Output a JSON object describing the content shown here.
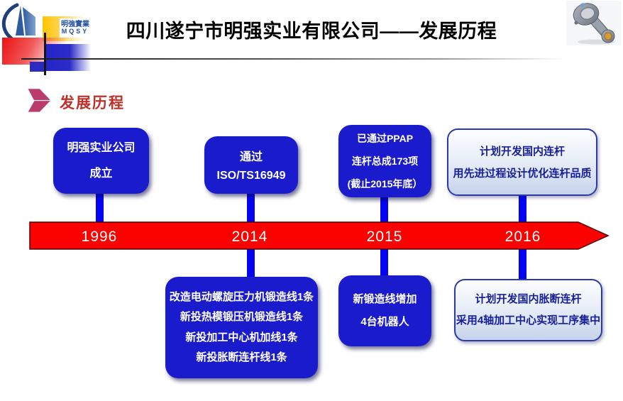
{
  "header": {
    "logo": {
      "name_cn": "明強實業",
      "name_en": "MQSY"
    },
    "title": "四川遂宁市明强实业有限公司——发展历程"
  },
  "section": {
    "label": "发展历程"
  },
  "timeline": {
    "years": [
      "1996",
      "2014",
      "2015",
      "2016"
    ],
    "milestones_top": [
      {
        "year": "1996",
        "style": "dark",
        "lines": [
          "明强实业公司",
          "成立"
        ]
      },
      {
        "year": "2014",
        "style": "dark",
        "lines": [
          "通过 ISO/TS16949"
        ]
      },
      {
        "year": "2015",
        "style": "dark",
        "lines": [
          "已通过PPAP",
          "连杆总成173项",
          "(截止2015年底）"
        ]
      },
      {
        "year": "2016",
        "style": "light",
        "lines": [
          "计划开发国内连杆",
          "用先进过程设计优化连杆品质"
        ]
      }
    ],
    "milestones_bottom": [
      {
        "year": "2014",
        "style": "dark",
        "lines": [
          "改造电动螺旋压力机锻造线1条",
          "新投热模锻压机锻造线1条",
          "新投加工中心机加线1条",
          "新投胀断连杆线1条"
        ]
      },
      {
        "year": "2015",
        "style": "dark",
        "lines": [
          "新锻造线增加",
          "4台机器人"
        ]
      },
      {
        "year": "2016",
        "style": "light",
        "lines": [
          "计划开发国内胀断连杆",
          "采用4轴加工中心实现工序集中"
        ]
      }
    ]
  },
  "colors": {
    "timeline_red": "#FB0200",
    "box_dark_blue": "#1B1BCE",
    "stem_blue": "#0404F2",
    "light_box_text": "#161F96",
    "section_label_red": "#C03028"
  }
}
